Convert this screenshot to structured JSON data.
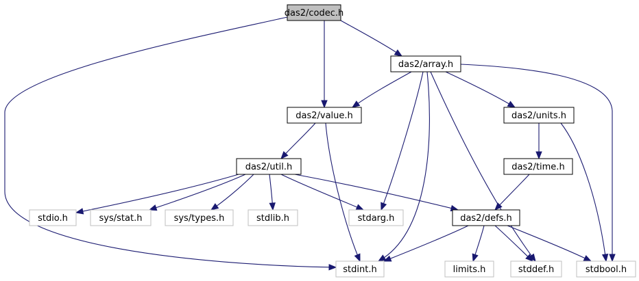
{
  "diagram": {
    "colors": {
      "edge": "#191970",
      "focus_fill": "#bfbfbf",
      "focus_stroke": "#000000",
      "node_fill": "#ffffff",
      "node_stroke": "#000000",
      "external_stroke": "#bfbfbf"
    },
    "nodes": [
      {
        "id": "codec",
        "label": "das2/codec.h",
        "kind": "focus"
      },
      {
        "id": "array",
        "label": "das2/array.h",
        "kind": "internal"
      },
      {
        "id": "value",
        "label": "das2/value.h",
        "kind": "internal"
      },
      {
        "id": "units",
        "label": "das2/units.h",
        "kind": "internal"
      },
      {
        "id": "util",
        "label": "das2/util.h",
        "kind": "internal"
      },
      {
        "id": "time",
        "label": "das2/time.h",
        "kind": "internal"
      },
      {
        "id": "stdio",
        "label": "stdio.h",
        "kind": "external"
      },
      {
        "id": "sysstat",
        "label": "sys/stat.h",
        "kind": "external"
      },
      {
        "id": "systypes",
        "label": "sys/types.h",
        "kind": "external"
      },
      {
        "id": "stdlib",
        "label": "stdlib.h",
        "kind": "external"
      },
      {
        "id": "stdarg",
        "label": "stdarg.h",
        "kind": "external"
      },
      {
        "id": "defs",
        "label": "das2/defs.h",
        "kind": "internal"
      },
      {
        "id": "stdint",
        "label": "stdint.h",
        "kind": "external"
      },
      {
        "id": "limits",
        "label": "limits.h",
        "kind": "external"
      },
      {
        "id": "stddef",
        "label": "stddef.h",
        "kind": "external"
      },
      {
        "id": "stdbool",
        "label": "stdbool.h",
        "kind": "external"
      }
    ],
    "edges": [
      {
        "from": "codec",
        "to": "array"
      },
      {
        "from": "codec",
        "to": "value"
      },
      {
        "from": "codec",
        "to": "stdint"
      },
      {
        "from": "array",
        "to": "value"
      },
      {
        "from": "array",
        "to": "units"
      },
      {
        "from": "array",
        "to": "stdbool"
      },
      {
        "from": "array",
        "to": "stdarg"
      },
      {
        "from": "array",
        "to": "stdint"
      },
      {
        "from": "array",
        "to": "stddef"
      },
      {
        "from": "value",
        "to": "util"
      },
      {
        "from": "value",
        "to": "stdint"
      },
      {
        "from": "units",
        "to": "time"
      },
      {
        "from": "units",
        "to": "stdbool"
      },
      {
        "from": "time",
        "to": "defs"
      },
      {
        "from": "util",
        "to": "stdio"
      },
      {
        "from": "util",
        "to": "sysstat"
      },
      {
        "from": "util",
        "to": "systypes"
      },
      {
        "from": "util",
        "to": "stdlib"
      },
      {
        "from": "util",
        "to": "stdarg"
      },
      {
        "from": "util",
        "to": "defs"
      },
      {
        "from": "defs",
        "to": "stdint"
      },
      {
        "from": "defs",
        "to": "limits"
      },
      {
        "from": "defs",
        "to": "stddef"
      },
      {
        "from": "defs",
        "to": "stdbool"
      }
    ]
  }
}
